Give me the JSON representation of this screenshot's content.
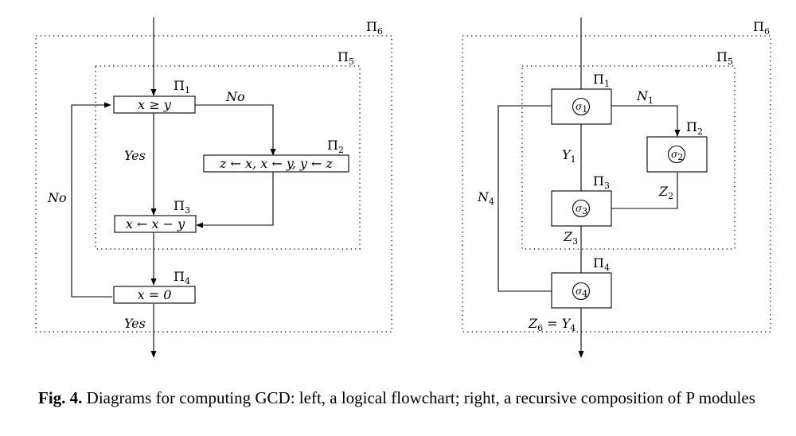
{
  "left": {
    "pi6": "Π",
    "pi6_sub": "6",
    "pi5": "Π",
    "pi5_sub": "5",
    "pi1": "Π",
    "pi1_sub": "1",
    "pi2": "Π",
    "pi2_sub": "2",
    "pi3": "Π",
    "pi3_sub": "3",
    "pi4": "Π",
    "pi4_sub": "4",
    "box1": "x ≥ y",
    "box2": "z ← x, x ← y, y ← z",
    "box3": "x ← x − y",
    "box4": "x = 0",
    "no_top": "No",
    "yes_mid": "Yes",
    "no_left": "No",
    "yes_bottom": "Yes"
  },
  "right": {
    "pi6": "Π",
    "pi6_sub": "6",
    "pi5": "Π",
    "pi5_sub": "5",
    "pi1": "Π",
    "pi1_sub": "1",
    "pi2": "Π",
    "pi2_sub": "2",
    "pi3": "Π",
    "pi3_sub": "3",
    "pi4": "Π",
    "pi4_sub": "4",
    "sigma": "σ",
    "s1_sub": "1",
    "s2_sub": "2",
    "s3_sub": "3",
    "s4_sub": "4",
    "n1": "N",
    "n1_sub": "1",
    "y1": "Y",
    "y1_sub": "1",
    "z2": "Z",
    "z2_sub": "2",
    "z3": "Z",
    "z3_sub": "3",
    "n4": "N",
    "n4_sub": "4",
    "z6": "Z",
    "z6_sub": "6",
    "eq": " = ",
    "y4": "Y",
    "y4_sub": "4"
  },
  "caption": {
    "fig_label": "Fig. 4.",
    "text": " Diagrams for computing GCD: left, a logical flowchart; right, a recursive composition of P modules"
  }
}
